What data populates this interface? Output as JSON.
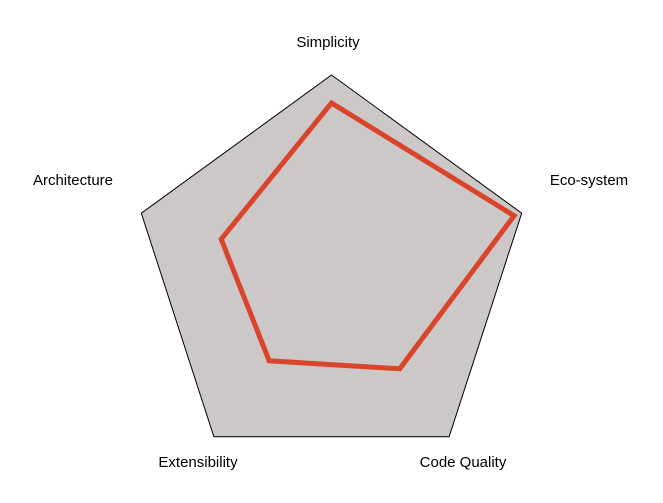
{
  "chart_data": {
    "type": "radar",
    "categories": [
      "Simplicity",
      "Eco-system",
      "Code Quality",
      "Extensibility",
      "Architecture"
    ],
    "series": [
      {
        "values": [
          0.86,
          0.96,
          0.58,
          0.53,
          0.58
        ]
      }
    ],
    "range": [
      0,
      1
    ],
    "grid": false,
    "legend": "none",
    "colors": {
      "background_fill": "#cdc8c8",
      "background_stroke": "#000000",
      "series_line": "#d9452b"
    }
  }
}
